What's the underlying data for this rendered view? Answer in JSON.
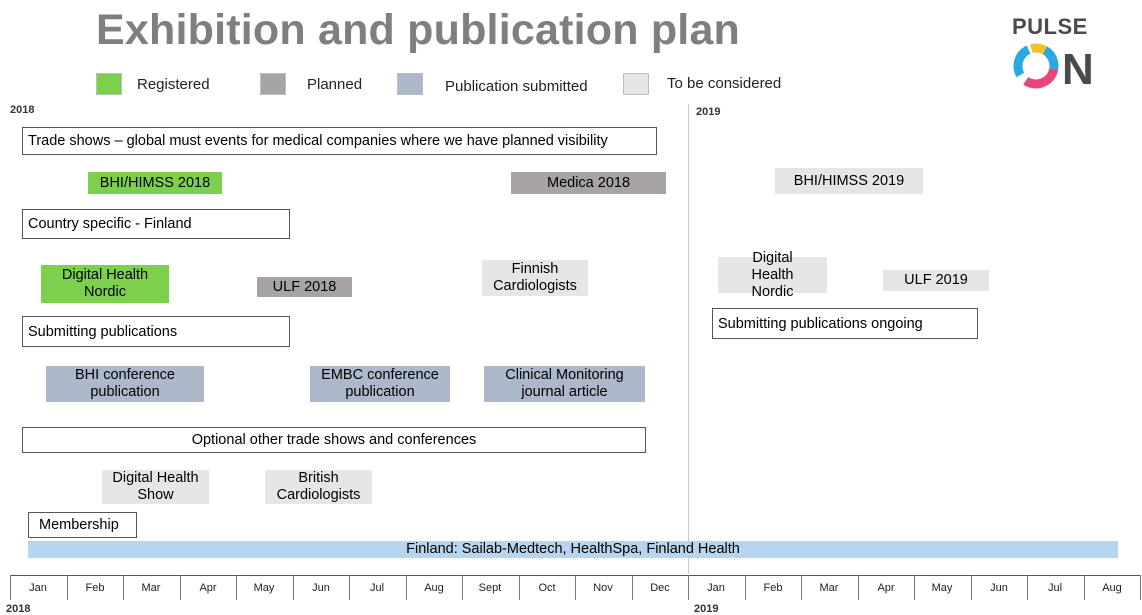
{
  "title": "Exhibition and publication plan",
  "logo": {
    "top_text": "PULSE",
    "letter": "N",
    "colors": [
      "#2aa8e0",
      "#f2c028",
      "#e8457a",
      "#4a4a4a"
    ]
  },
  "legend": [
    {
      "label": "Registered",
      "color": "#7dd04c"
    },
    {
      "label": "Planned",
      "color": "#a8a4a4"
    },
    {
      "label": "Publication submitted",
      "color": "#adb9ca"
    },
    {
      "label": "To be considered",
      "color": "#e6e6e6"
    }
  ],
  "years": {
    "start_top": "2018",
    "mid_top": "2019",
    "start_bottom": "2018",
    "mid_bottom": "2019"
  },
  "sections": {
    "trade_shows": "Trade shows – global must events for medical companies where we have planned visibility",
    "country_specific": "Country specific - Finland",
    "submitting": "Submitting publications",
    "submitting_ongoing": "Submitting publications ongoing",
    "optional": "Optional other trade shows and conferences",
    "membership": "Membership"
  },
  "events": {
    "bhi_himss_2018": "BHI/HIMSS 2018",
    "medica_2018": "Medica 2018",
    "bhi_himss_2019": "BHI/HIMSS 2019",
    "dhn_2018": "Digital Health Nordic",
    "ulf_2018": "ULF 2018",
    "finnish_cardio": "Finnish Cardiologists",
    "dhn_2019": "Digital Health Nordic",
    "ulf_2019": "ULF 2019",
    "bhi_conf": "BHI conference publication",
    "embc_conf": "EMBC conference publication",
    "clinical_monitoring": "Clinical Monitoring journal article",
    "dh_show": "Digital Health Show",
    "british_cardio": "British Cardiologists"
  },
  "finland_bar": "Finland: Sailab-Medtech, HealthSpa, Finland Health",
  "months": [
    "Jan",
    "Feb",
    "Mar",
    "Apr",
    "May",
    "Jun",
    "Jul",
    "Aug",
    "Sept",
    "Oct",
    "Nov",
    "Dec",
    "Jan",
    "Feb",
    "Mar",
    "Apr",
    "May",
    "Jun",
    "Jul",
    "Aug"
  ]
}
